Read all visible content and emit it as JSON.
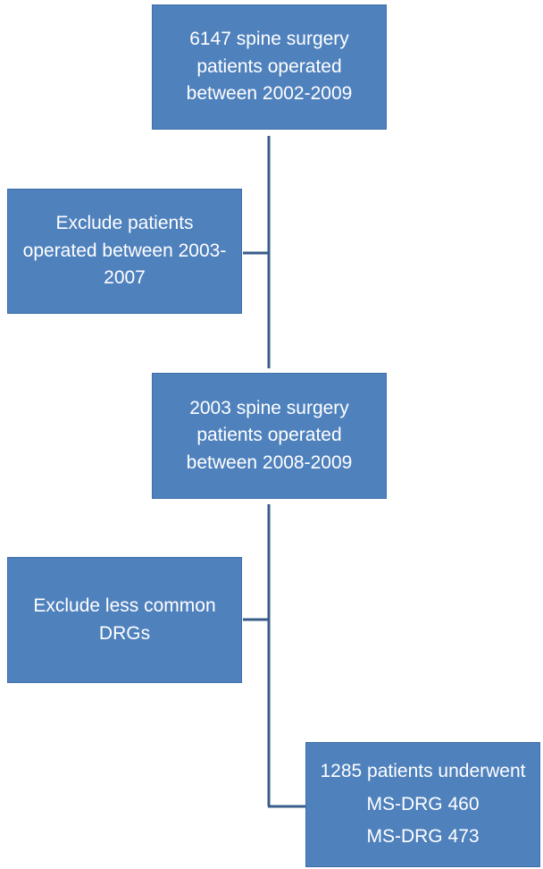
{
  "diagram": {
    "colors": {
      "box_fill": "#4f81bd",
      "connector": "#385d8a",
      "text": "#ffffff"
    },
    "nodes": {
      "initial_cohort": {
        "lines": [
          "6147 spine surgery",
          "patients operated",
          "between 2002-2009"
        ]
      },
      "exclude_years": {
        "lines": [
          "Exclude patients",
          "operated between 2003-",
          "2007"
        ]
      },
      "filtered_cohort": {
        "lines": [
          "2003 spine surgery",
          "patients operated",
          "between 2008-2009"
        ]
      },
      "exclude_drgs": {
        "lines": [
          "Exclude less common",
          "DRGs"
        ]
      },
      "final_cohort": {
        "lines": [
          "1285 patients underwent",
          "MS-DRG 460",
          "MS-DRG 473"
        ]
      }
    }
  }
}
